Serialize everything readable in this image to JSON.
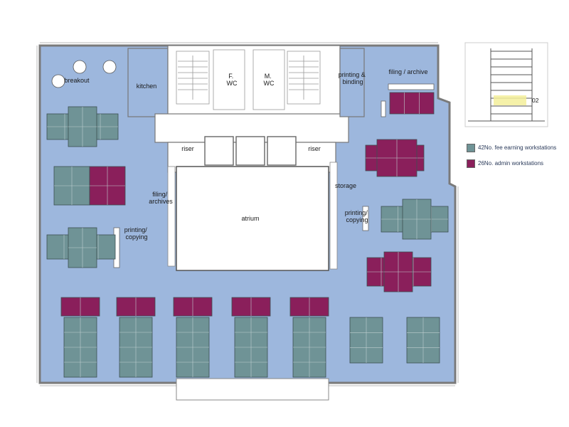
{
  "colors": {
    "floor": "#9db7dd",
    "fee_earning": "#6f9396",
    "admin": "#8a1f5b",
    "core": "#ffffff",
    "wall": "#888888",
    "section_highlight": "#f3ef9a"
  },
  "labels": {
    "breakout": "breakout",
    "kitchen": "kitchen",
    "female_wc": "F.\nWC",
    "male_wc": "M.\nWC",
    "printing_binding": "printing &\nbinding",
    "filing_archive_top": "filing / archive",
    "riser_left": "riser",
    "riser_right": "riser",
    "storage": "storage",
    "filing_archives_left": "filing/\narchives",
    "atrium": "atrium",
    "printing_copying_right": "printing/\ncopying",
    "printing_copying_left": "printing/\ncopying"
  },
  "section": {
    "level_tag": "02"
  },
  "legend": {
    "fee_earning": {
      "text": "42No. fee earning workstations",
      "color": "#6f9396"
    },
    "admin": {
      "text": "26No. admin workstations",
      "color": "#8a1f5b"
    }
  }
}
